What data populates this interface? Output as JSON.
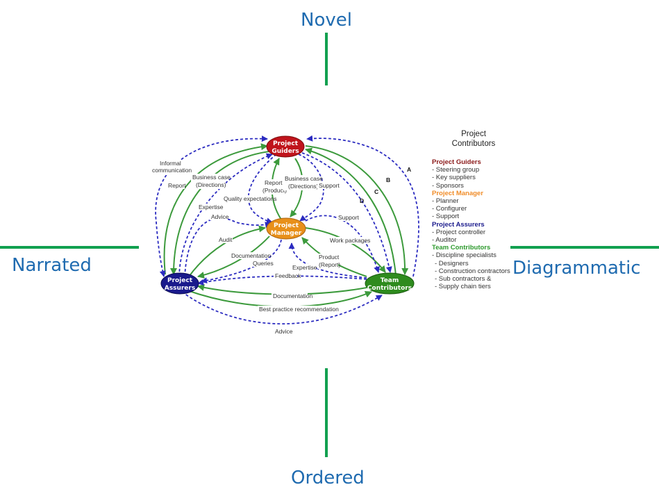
{
  "axes": {
    "top": "Novel",
    "bottom": "Ordered",
    "left": "Narrated",
    "right": "Diagrammatic",
    "line_color": "#12a050",
    "label_color": "#1f6bb0"
  },
  "diagram": {
    "nodes": {
      "guiders": {
        "line1": "Project",
        "line2": "Guiders",
        "color": "#c0141c"
      },
      "manager": {
        "line1": "Project",
        "line2": "Manager",
        "color": "#e8901a"
      },
      "assurers": {
        "line1": "Project",
        "line2": "Assurers",
        "color": "#1a1a8c"
      },
      "contributors": {
        "line1": "Team",
        "line2": "Contributors",
        "color": "#2e8b1e"
      }
    },
    "edge_colors": {
      "solid": "#3c9a3c",
      "dashed": "#2b2bc0"
    },
    "edge_labels": {
      "informal_1": "Informal",
      "informal_2": "communication",
      "report": "Report",
      "business_case_left_1": "Business case",
      "business_case_left_2": "(Directions)",
      "report_product_1": "Report",
      "report_product_2": "(Product)",
      "business_case_mid_1": "Business case",
      "business_case_mid_2": "(Directions)",
      "support_top": "Support",
      "quality": "Quality expectations",
      "expertise_left": "Expertise",
      "advice_left": "Advice",
      "support_right": "Support",
      "audit": "Audit",
      "work_packages": "Work packages",
      "documentation_mid": "Documentation",
      "queries": "Queries",
      "product_report_1": "Product",
      "product_report_2": "(Report)",
      "expertise_mid": "Expertise",
      "feedback": "Feedback",
      "documentation_bottom": "Documentation",
      "best_practice": "Best practice recommendation",
      "advice_bottom": "Advice",
      "a": "A",
      "b": "B",
      "c": "C",
      "d": "D"
    }
  },
  "legend": {
    "title_1": "Project",
    "title_2": "Contributors",
    "groups": [
      {
        "name": "Project Guiders",
        "color": "#8b1a1a",
        "items": [
          "- Steering group",
          "- Key suppliers",
          "- Sponsors"
        ]
      },
      {
        "name": "Project Manager",
        "color": "#f08c28",
        "items": [
          "- Planner",
          "- Configurer",
          "- Support"
        ]
      },
      {
        "name": "Project Assurers",
        "color": "#1a1a8c",
        "items": [
          "- Project controller",
          "- Auditor"
        ]
      },
      {
        "name": "Team Contributors",
        "color": "#2e9a2e",
        "items": [
          "- Discipline specialists",
          " - Designers",
          " - Construction contractors",
          " - Sub contractors &",
          " - Supply chain tiers"
        ]
      }
    ]
  }
}
